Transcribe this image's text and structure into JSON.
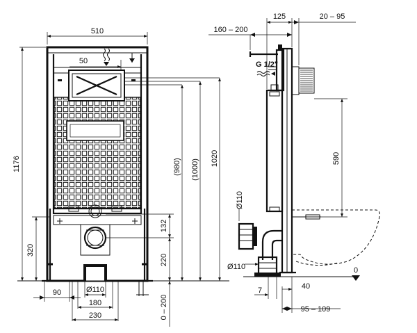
{
  "front": {
    "width": "510",
    "flush_plate": "50",
    "height_total": "1176",
    "floor_320": "320",
    "h_980": "(980)",
    "h_1000": "(1000)",
    "h_1020": "1020",
    "offset_132": "132",
    "offset_220": "220",
    "floor_range": "0 – 200",
    "foot_90": "90",
    "drain_dia": "Ø110",
    "base_180": "180",
    "base_230": "230"
  },
  "side": {
    "top_125": "125",
    "top_20_95": "20 – 95",
    "top_160_200": "160 – 200",
    "thread": "G 1/2\"",
    "h_590": "590",
    "dia_upper": "Ø110",
    "dia_lower": "Ø110",
    "zero": "0",
    "bot_7": "7",
    "bot_40": "40",
    "bot_95_109": "95 – 109"
  }
}
